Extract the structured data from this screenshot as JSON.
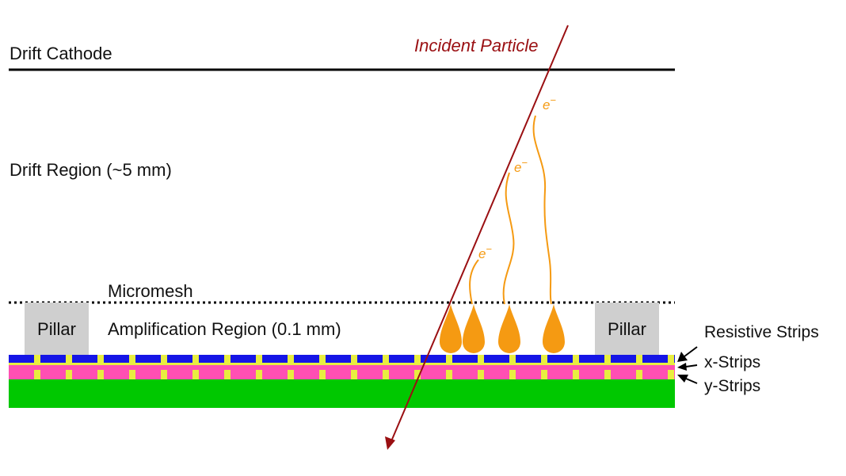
{
  "labels": {
    "drift_cathode": "Drift Cathode",
    "drift_region": "Drift Region (~5 mm)",
    "micromesh": "Micromesh",
    "amplification_region": "Amplification Region (0.1 mm)",
    "pillar_left": "Pillar",
    "pillar_right": "Pillar",
    "incident_particle": "Incident Particle",
    "electron": "e",
    "electron_charge": "−",
    "resistive_strips": "Resistive Strips",
    "x_strips": "x-Strips",
    "y_strips": "y-Strips"
  },
  "colors": {
    "cathode": "#000000",
    "mesh": "#000000",
    "pillar": "#cfcfcf",
    "resistive_strip": "#1515e6",
    "resistive_gap": "#e8ee40",
    "x_strip": "#ff4fb3",
    "y_strip_layer": "#ff4fb3",
    "substrate": "#00c800",
    "particle": "#9a0f12",
    "electron": "#f59a12",
    "avalanche": "#f59a12"
  }
}
